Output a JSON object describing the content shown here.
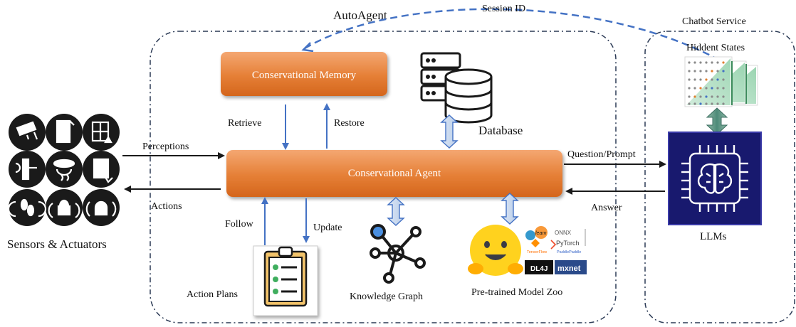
{
  "containers": {
    "autoagent_title": "AutoAgent",
    "chatbot_title": "Chatbot Service"
  },
  "edges": {
    "session_id": "Session ID",
    "perceptions": "Perceptions",
    "actions": "Actions",
    "retrieve": "Retrieve",
    "restore": "Restore",
    "follow": "Follow",
    "update": "Update",
    "question_prompt": "Question/Prompt",
    "answer": "Answer"
  },
  "nodes": {
    "memory": "Conservational Memory",
    "agent": "Conservational Agent",
    "database": "Database",
    "action_plans": "Action Plans",
    "knowledge_graph": "Knowledge Graph",
    "model_zoo": "Pre-trained Model Zoo",
    "hidden_states": "Hiddent States",
    "llms": "LLMs",
    "sensors": "Sensors & Actuators"
  },
  "model_zoo_logos": {
    "learn": "learn",
    "onnx": "ONNX",
    "pytorch": "PyTorch",
    "tensorflow": "TensorFlow",
    "paddlepaddle": "PaddlePaddle",
    "dl4j": "DL4J",
    "mxnet": "mxnet"
  },
  "colors": {
    "orange_top": "#f3a46c",
    "orange_bottom": "#d7691f",
    "arrow_blue": "#4472c4",
    "dark": "#1a1a1a",
    "llm_navy": "#18196e"
  }
}
